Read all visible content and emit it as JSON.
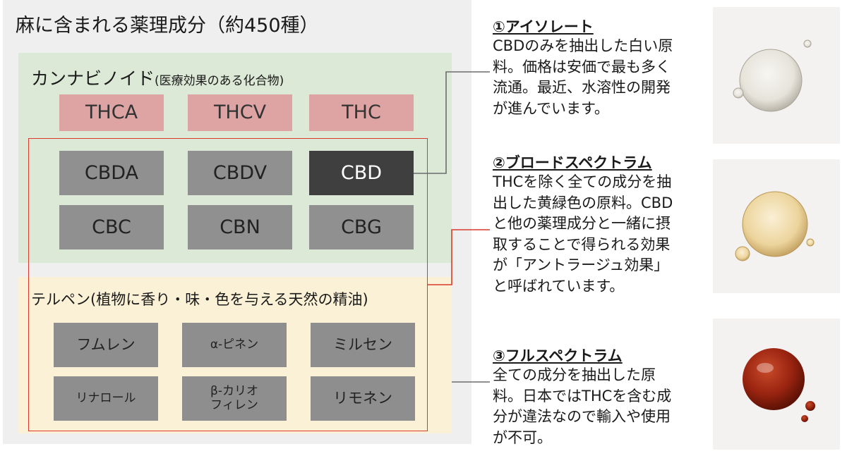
{
  "title": "麻に含まれる薬理成分（約450種）",
  "cannabinoids": {
    "heading": "カンナビノイド",
    "subheading": "(医療効果のある化合物)",
    "thc_group": [
      "THCA",
      "THCV",
      "THC"
    ],
    "cbd_group_row1": [
      "CBDA",
      "CBDV",
      "CBD"
    ],
    "cbd_group_row2": [
      "CBC",
      "CBN",
      "CBG"
    ]
  },
  "terpenes": {
    "heading": "テルペン(植物に香り・味・色を与える天然の精油)",
    "items": [
      "フムレン",
      "α-ピネン",
      "ミルセン",
      "リナロール",
      "β-カリオ\nフィレン",
      "リモネン"
    ]
  },
  "types": [
    {
      "title": "①アイソレート",
      "lines": [
        "CBDのみを抽出した白い原",
        "料。価格は安価で最も多く",
        "流通。最近、水溶性の開発",
        "が進んでいます。"
      ],
      "oil_color": "#e9e6dd"
    },
    {
      "title": "②ブロードスペクトラム",
      "lines": [
        "THCを除く全ての成分を抽",
        "出した黄緑色の原料。CBD",
        "と他の薬理成分と一緒に摂",
        "取することで得られる効果",
        "が「アントラージュ効果」",
        "と呼ばれています。"
      ],
      "oil_color": "#ecd6a0"
    },
    {
      "title": "③フルスペクトラム",
      "lines": [
        "全ての成分を抽出した原",
        "料。日本ではTHCを含む成",
        "分が違法なので輸入や使用",
        "が不可。"
      ],
      "oil_color": "#9a2410"
    }
  ],
  "colors": {
    "thc_box": "#dea3a3",
    "cbd_box": "#909090",
    "cbd_highlight": "#3f3f3f",
    "cannabinoid_bg": "#dce9d6",
    "terpene_bg": "#fbf1d6",
    "frame_red": "#d93a2b"
  }
}
